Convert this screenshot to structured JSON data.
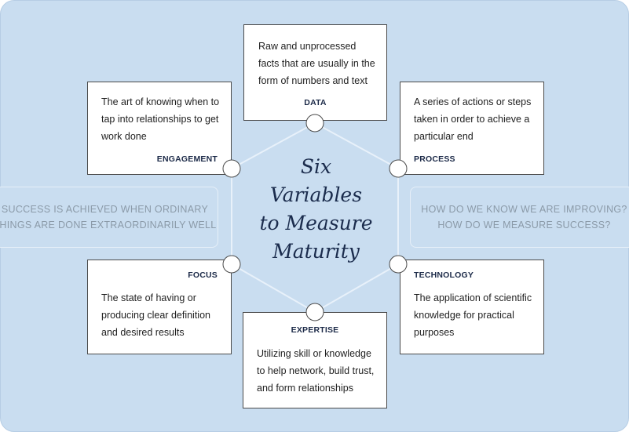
{
  "center_title_lines": [
    "Six",
    "Variables",
    "to Measure",
    "Maturity"
  ],
  "left_panel_text": "SUCCESS IS ACHIEVED WHEN ORDINARY\nTHINGS ARE DONE EXTRAORDINARILY WELL",
  "right_panel_text": "HOW DO WE KNOW WE ARE IMPROVING?\nHOW DO WE MEASURE SUCCESS?",
  "variables": {
    "data": {
      "title": "DATA",
      "description": "Raw and unprocessed facts that are usually in the form of numbers and text"
    },
    "process": {
      "title": "PROCESS",
      "description": "A series of actions or steps taken in order to achieve a particular end"
    },
    "technology": {
      "title": "TECHNOLOGY",
      "description": "The application of scientific knowledge for practical purposes"
    },
    "expertise": {
      "title": "EXPERTISE",
      "description": "Utilizing skill or knowledge to help network, build trust, and form relationships"
    },
    "focus": {
      "title": "FOCUS",
      "description": "The state of having or producing clear definition and desired results"
    },
    "engagement": {
      "title": "ENGAGEMENT",
      "description": "The art of knowing when to tap into relationships to get work done"
    }
  },
  "colors": {
    "background": "#c9ddf0",
    "title_navy": "#1b2c4d",
    "panel_text": "#8b9aa8",
    "hexagon_line": "#e8f1fa"
  }
}
